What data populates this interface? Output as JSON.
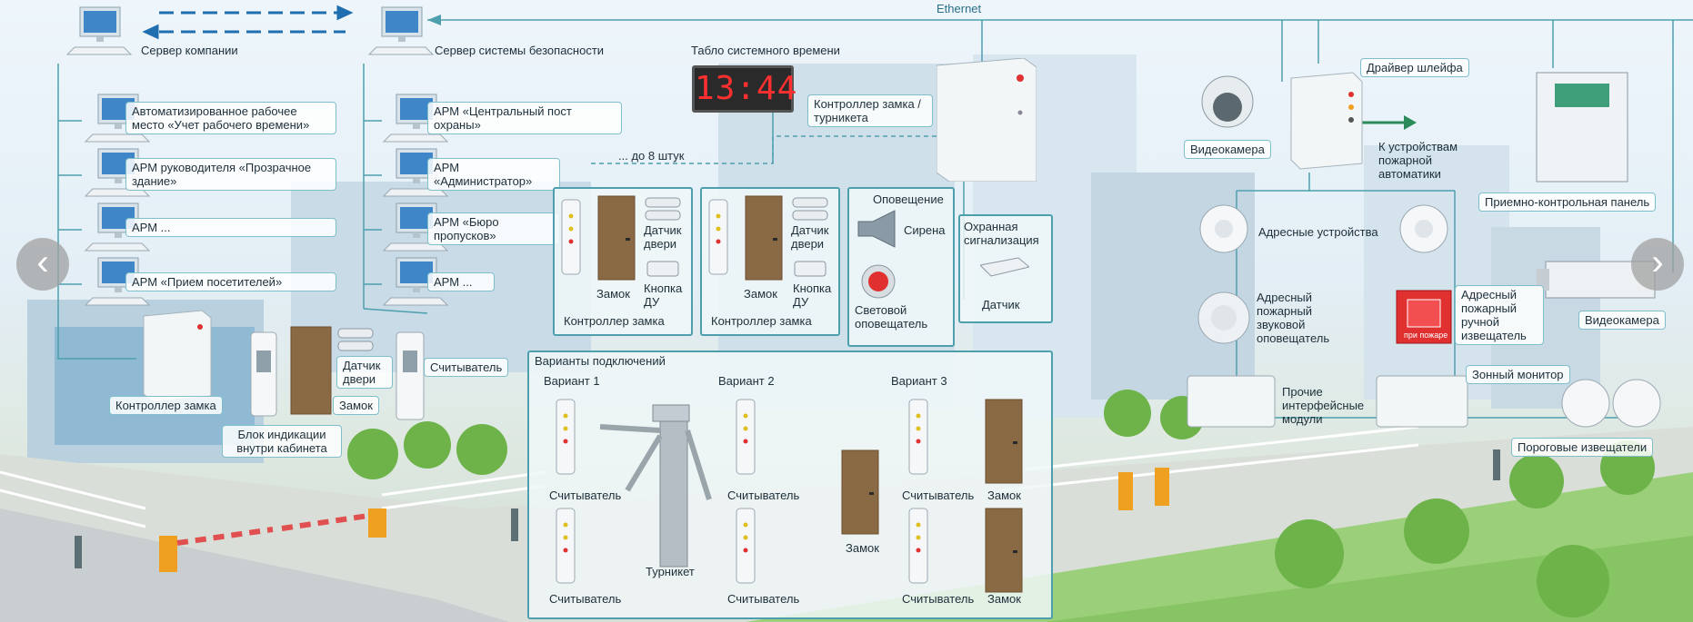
{
  "ethernet_label": "Ethernet",
  "clock": {
    "title": "Табло системного времени",
    "time": "13:44"
  },
  "company_server": "Сервер компании",
  "security_server": "Сервер системы безопасности",
  "left_arm": [
    "Автоматизированное рабочее место «Учет рабочего времени»",
    "АРМ руководителя «Прозрачное здание»",
    "АРМ ...",
    "АРМ «Прием посетителей»"
  ],
  "mid_arm": [
    "АРМ «Центральный пост охраны»",
    "АРМ «Администратор»",
    "АРМ «Бюро пропусков»",
    "АРМ ..."
  ],
  "up_to_8": "... до 8 штук",
  "lock_controller_turnstile": "Контроллер замка / турникета",
  "controller_block": {
    "door_sensor": "Датчик двери",
    "lock": "Замок",
    "remote_button": "Кнопка ДУ",
    "title": "Контроллер замка"
  },
  "notification": {
    "title": "Оповещение",
    "siren": "Сирена",
    "light": "Световой оповещатель"
  },
  "security_alarm": {
    "title": "Охранная сигнализация",
    "sensor": "Датчик"
  },
  "office": {
    "controller": "Контроллер замка",
    "door_sensor": "Датчик двери",
    "reader": "Считыватель",
    "lock": "Замок",
    "indication": "Блок индикации внутри кабинета"
  },
  "variants": {
    "title": "Варианты подключений",
    "v1": "Вариант 1",
    "v2": "Вариант 2",
    "v3": "Вариант 3",
    "reader": "Считыватель",
    "turnstile": "Турникет",
    "lock": "Замок"
  },
  "fire": {
    "loop_driver": "Драйвер шлейфа",
    "to_fire": "К устройствам пожарной автоматики",
    "video1": "Видеокамера",
    "video2": "Видеокамера",
    "panel": "Приемно-контрольная панель",
    "addr_devices": "Адресные устройства",
    "addr_sound": "Адресный пожарный звуковой оповещатель",
    "addr_manual": "Адресный пожарный ручной извещатель",
    "manual_text": "при пожаре",
    "other_modules": "Прочие интерфейсные модули",
    "zone_monitor": "Зонный монитор",
    "threshold": "Пороговые извещатели"
  },
  "colors": {
    "line": "#4e9fae",
    "accent": "#2a8a5a",
    "door": "#8a6a44",
    "clock_digits": "#ff3030",
    "fire_red": "#e03030"
  }
}
